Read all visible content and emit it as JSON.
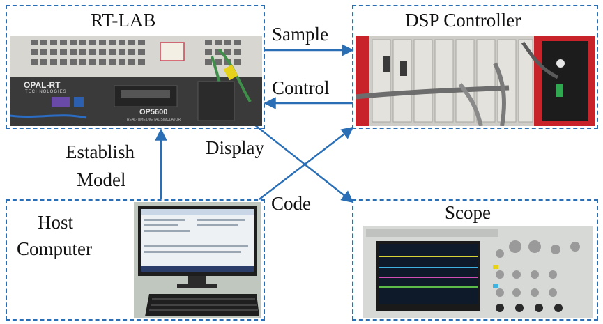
{
  "nodes": {
    "rtlab": {
      "title": "RT-LAB",
      "device_brand": "OPAL-RT",
      "device_sub": "TECHNOLOGIES",
      "device_model": "OP5600",
      "device_tagline": "REAL-TIME DIGITAL SIMULATOR"
    },
    "dsp": {
      "title": "DSP Controller"
    },
    "host": {
      "title_line1": "Host",
      "title_line2": "Computer"
    },
    "scope": {
      "title": "Scope"
    }
  },
  "edges": {
    "sample": "Sample",
    "control": "Control",
    "display": "Display",
    "code": "Code",
    "establish_line1": "Establish",
    "establish_line2": "Model"
  },
  "colors": {
    "border": "#2a6fb5",
    "arrow": "#2a6fb5",
    "text": "#111111",
    "dsp_red": "#c8232a"
  }
}
